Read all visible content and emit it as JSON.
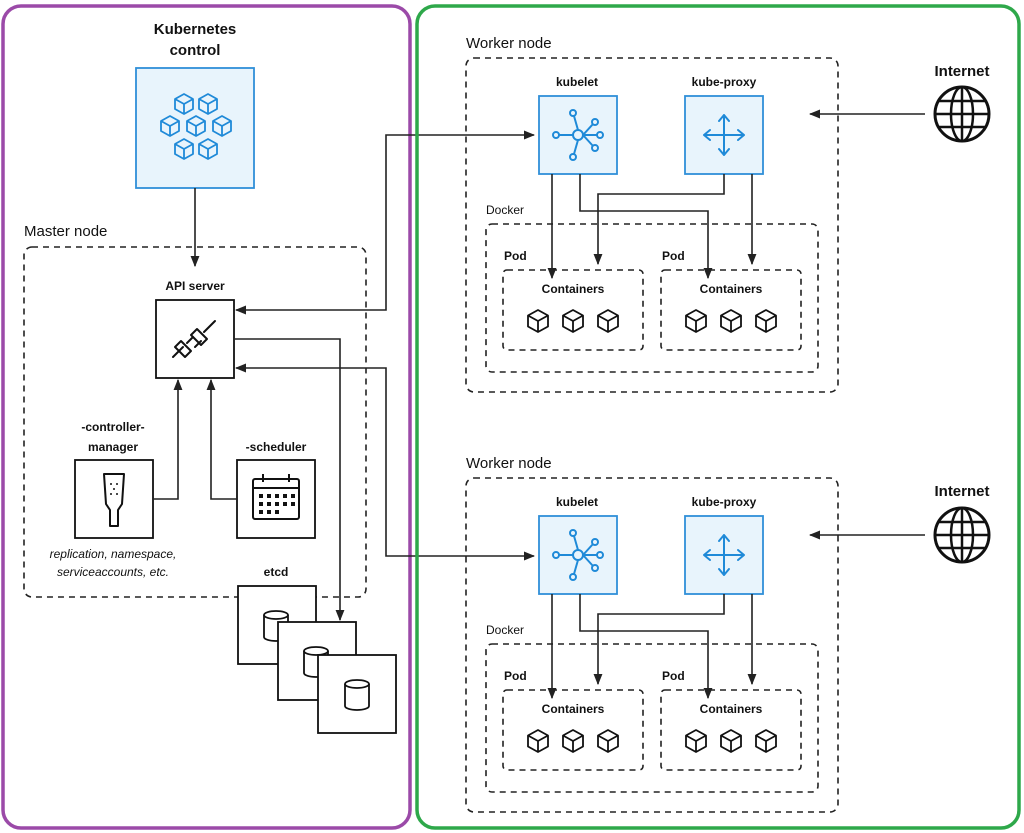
{
  "master": {
    "control_title_line1": "Kubernetes",
    "control_title_line2": "control",
    "master_node_label": "Master node",
    "api_server_label": "API server",
    "controller_manager_line1": "-controller-",
    "controller_manager_line2": "manager",
    "scheduler_label": "-scheduler",
    "note_line1": "replication, namespace,",
    "note_line2": "serviceaccounts, etc.",
    "etcd_label": "etcd"
  },
  "workers": [
    {
      "title": "Worker node",
      "kubelet_label": "kubelet",
      "kube_proxy_label": "kube-proxy",
      "docker_label": "Docker",
      "internet_label": "Internet",
      "pods": [
        {
          "pod_label": "Pod",
          "containers_label": "Containers"
        },
        {
          "pod_label": "Pod",
          "containers_label": "Containers"
        }
      ]
    },
    {
      "title": "Worker node",
      "kubelet_label": "kubelet",
      "kube_proxy_label": "kube-proxy",
      "docker_label": "Docker",
      "internet_label": "Internet",
      "pods": [
        {
          "pod_label": "Pod",
          "containers_label": "Containers"
        },
        {
          "pod_label": "Pod",
          "containers_label": "Containers"
        }
      ]
    }
  ],
  "colors": {
    "master_border": "#9b4aa8",
    "worker_border": "#2ea84a",
    "icon_blue": "#1f8ad8"
  },
  "icons": {
    "control": "kubernetes-cubes-icon",
    "api_server": "plug-icon",
    "controller_manager": "remote-device-icon",
    "scheduler": "calendar-icon",
    "etcd": "database-icon",
    "kubelet": "network-hub-icon",
    "kube_proxy": "four-arrows-icon",
    "internet": "globe-icon",
    "container": "cube-icon"
  }
}
